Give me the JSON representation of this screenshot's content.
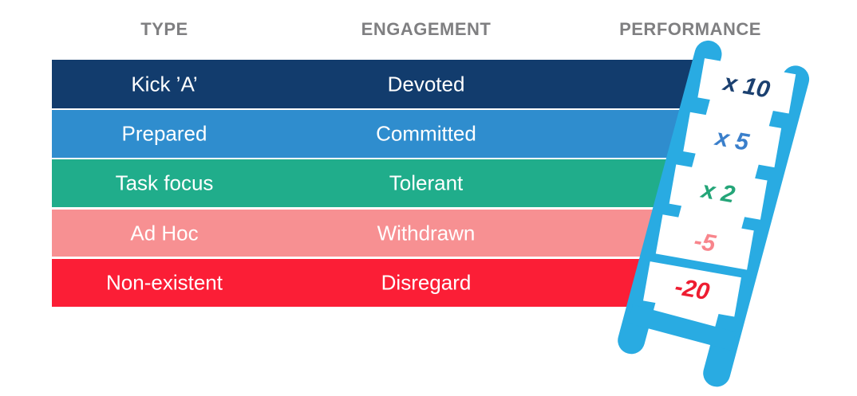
{
  "title_row": {
    "type": "TYPE",
    "engagement": "ENGAGEMENT",
    "performance": "PERFORMANCE"
  },
  "rows": [
    {
      "type": "Kick ’A’",
      "engagement": "Devoted",
      "performance": "x 10",
      "bar_color": "#123C6D",
      "performance_color": "#1B4070"
    },
    {
      "type": "Prepared",
      "engagement": "Committed",
      "performance": "x 5",
      "bar_color": "#2F8DCE",
      "performance_color": "#3A7FCB"
    },
    {
      "type": "Task focus",
      "engagement": "Tolerant",
      "performance": "x 2",
      "bar_color": "#20AD8B",
      "performance_color": "#24A578"
    },
    {
      "type": "Ad Hoc",
      "engagement": "Withdrawn",
      "performance": "-5",
      "bar_color": "#F79092",
      "performance_color": "#F8858C"
    },
    {
      "type": "Non-existent",
      "engagement": "Disregard",
      "performance": "-20",
      "bar_color": "#FB1E36",
      "performance_color": "#EE1D31"
    }
  ],
  "colors": {
    "header_text": "#7F7F81",
    "ladder": "#29ABE2",
    "row_text": "#FFFFFF",
    "background": "#FFFFFF"
  }
}
